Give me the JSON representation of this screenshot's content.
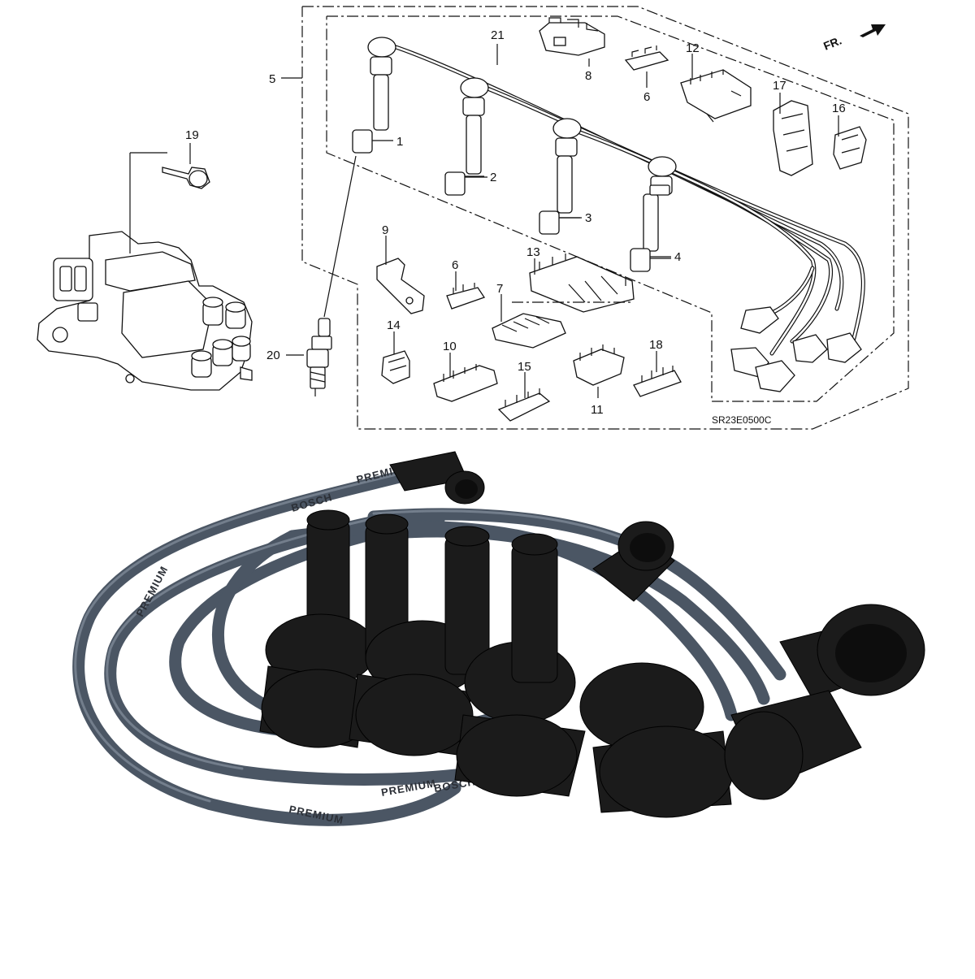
{
  "diagram": {
    "callouts": {
      "c1": "1",
      "c2": "2",
      "c3": "3",
      "c4": "4",
      "c5": "5",
      "c6a": "6",
      "c6b": "6",
      "c7": "7",
      "c8": "8",
      "c9": "9",
      "c10": "10",
      "c11": "11",
      "c12": "12",
      "c13": "13",
      "c14": "14",
      "c15": "15",
      "c16": "16",
      "c17": "17",
      "c18": "18",
      "c19": "19",
      "c20": "20",
      "c21": "21"
    },
    "front_indicator": "FR.",
    "drawing_code": "SR23E0500C"
  },
  "photo": {
    "brand_text": "BOSCH",
    "series_text": "PREMIUM",
    "cable_color": "#4b5664",
    "boot_color": "#1b1b1b"
  }
}
